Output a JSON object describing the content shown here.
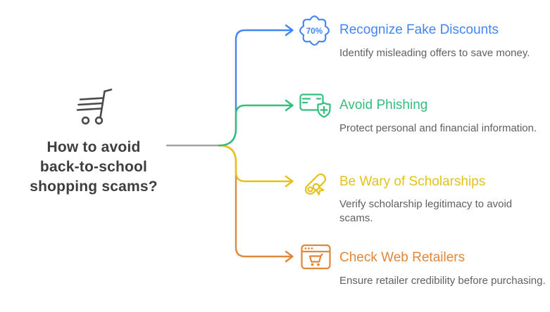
{
  "root": {
    "icon": "shopping-cart-icon",
    "title_lines": [
      "How to avoid",
      "back-to-school",
      "shopping scams?"
    ]
  },
  "colors": {
    "trunk": "#A3A3A3",
    "heading_text": "#3E3E3E",
    "description_text": "#5E6064",
    "root_icon": "#4A4A4A"
  },
  "branches": [
    {
      "icon": "discount-badge-icon",
      "badge_text": "70%",
      "color": "#4285F4",
      "title": "Recognize Fake Discounts",
      "description": "Identify misleading offers to save money."
    },
    {
      "icon": "card-shield-plus-icon",
      "color": "#34BD7D",
      "title": "Avoid Phishing",
      "description": "Protect personal and financial information."
    },
    {
      "icon": "diploma-icon",
      "color": "#E5C119",
      "title": "Be Wary of Scholarships",
      "description": "Verify scholarship legitimacy to avoid scams."
    },
    {
      "icon": "browser-cart-icon",
      "color": "#E0873A",
      "title": "Check Web Retailers",
      "description": "Ensure retailer credibility before purchasing."
    }
  ]
}
